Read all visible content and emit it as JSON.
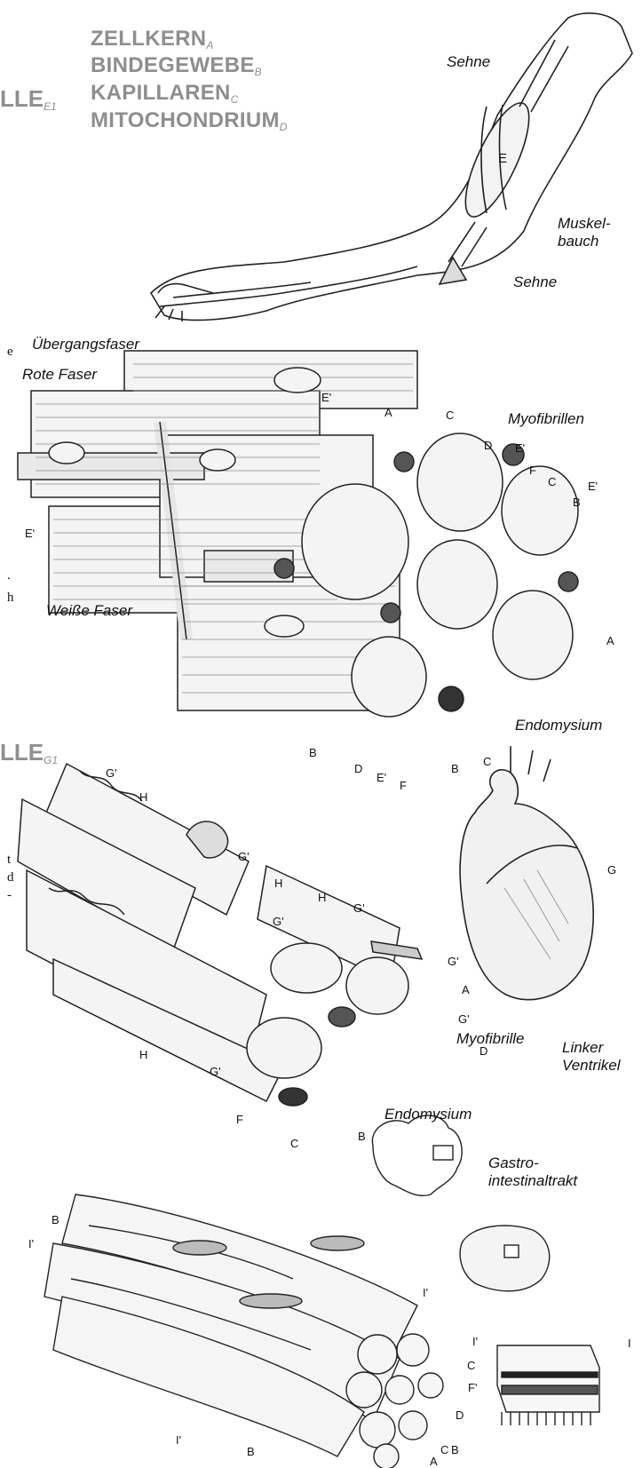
{
  "legend": {
    "nucleus": {
      "text": "ZELLKERN",
      "sub": "A"
    },
    "connective": {
      "text": "BINDEGEWEBE",
      "sub": "B"
    },
    "capillaries": {
      "text": "KAPILLAREN",
      "sub": "C"
    },
    "mitochondrion": {
      "text": "MITOCHONDRIUM",
      "sub": "D"
    }
  },
  "section_titles": {
    "skeletal": {
      "text": "LLE",
      "sub": "E1"
    },
    "cardiac": {
      "text": "LLE",
      "sub": "G1"
    }
  },
  "margin_fragments": [
    "e",
    ".",
    "h",
    "t",
    "d",
    "-"
  ],
  "arm": {
    "sehne_top": "Sehne",
    "muskelbauch": "Muskel-\nbauch",
    "sehne_bottom": "Sehne",
    "letter_e": "E"
  },
  "skeletal": {
    "uebergangsfaser": "Übergangsfaser",
    "rote_faser": "Rote Faser",
    "myofibrillen": "Myofibrillen",
    "weisse_faser": "Weiße Faser",
    "endomysium": "Endomysium",
    "letters": {
      "e1": "E'",
      "a": "A",
      "c": "C",
      "d": "D",
      "f": "F",
      "b": "B"
    }
  },
  "cardiac": {
    "myofibrille": "Myofibrille",
    "endomysium": "Endomysium",
    "linker_ventrikel": "Linker\nVentrikel",
    "letters": {
      "g1": "G'",
      "h": "H",
      "g": "G",
      "a": "A",
      "d": "D",
      "f": "F",
      "c": "C",
      "b": "B"
    }
  },
  "smooth": {
    "gastro": "Gastro-\nintestinaltrakt",
    "letters": {
      "b": "B",
      "i1": "I'",
      "i": "I",
      "c": "C",
      "f1": "F'",
      "d": "D",
      "a": "A"
    }
  }
}
